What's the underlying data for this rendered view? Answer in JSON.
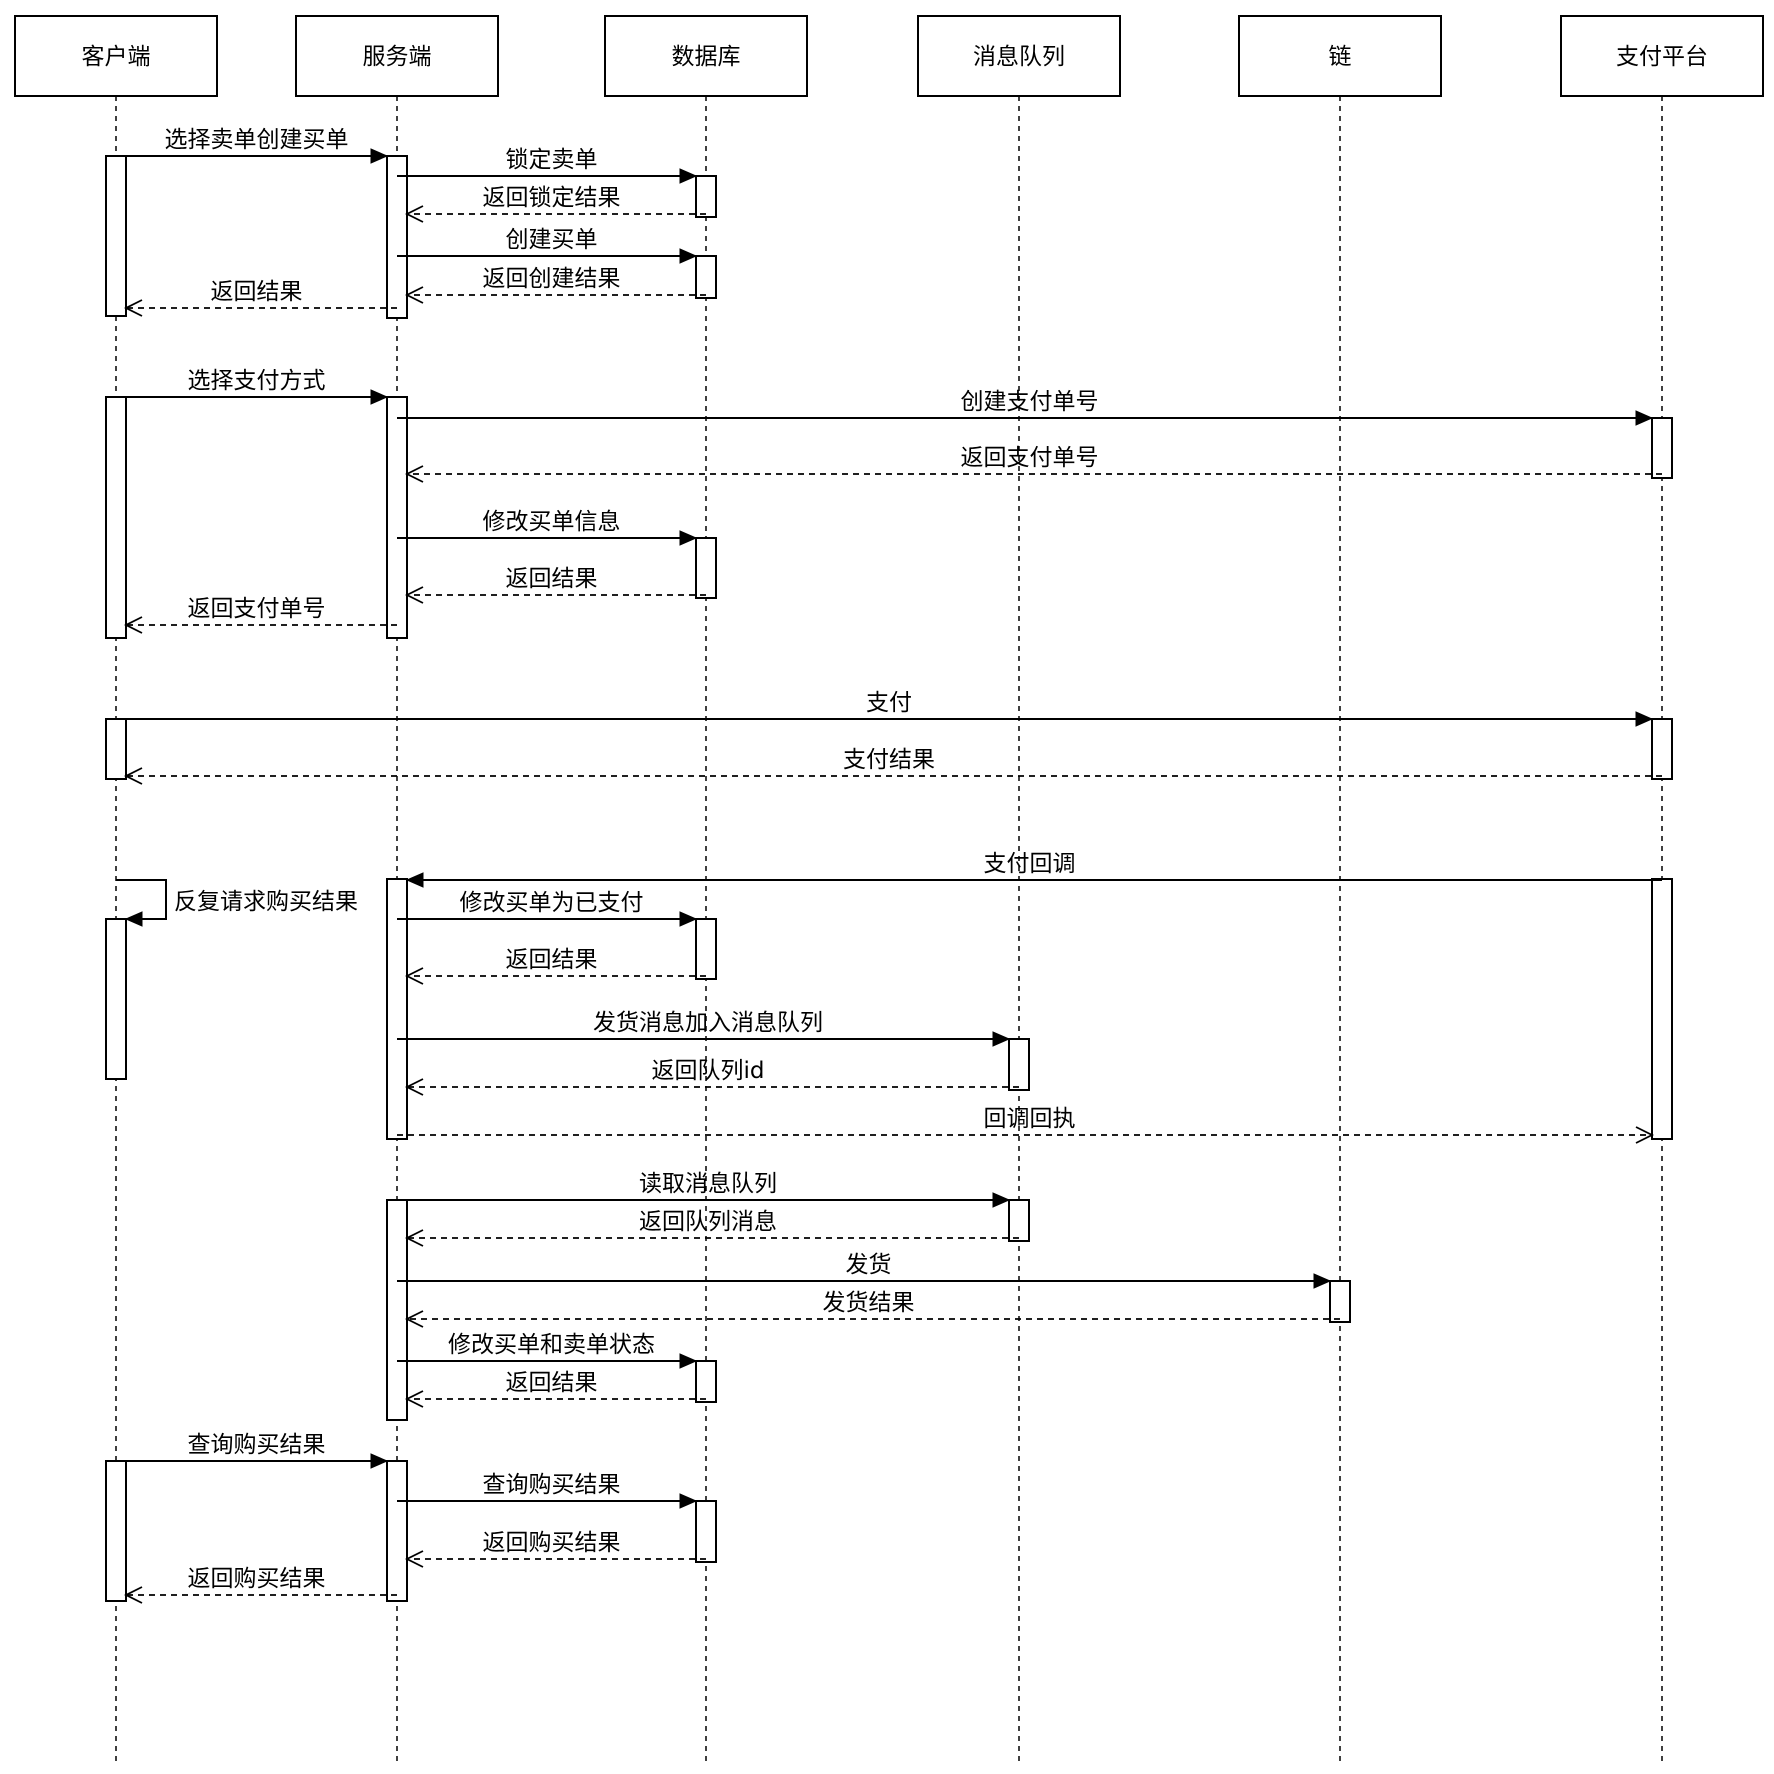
{
  "participants": [
    {
      "id": "client",
      "label": "客户端"
    },
    {
      "id": "server",
      "label": "服务端"
    },
    {
      "id": "db",
      "label": "数据库"
    },
    {
      "id": "mq",
      "label": "消息队列"
    },
    {
      "id": "chain",
      "label": "链"
    },
    {
      "id": "pay",
      "label": "支付平台"
    }
  ],
  "messages": [
    {
      "from": "client",
      "to": "server",
      "kind": "sync",
      "label": "选择卖单创建买单"
    },
    {
      "from": "server",
      "to": "db",
      "kind": "sync",
      "label": "锁定卖单"
    },
    {
      "from": "db",
      "to": "server",
      "kind": "return",
      "label": "返回锁定结果"
    },
    {
      "from": "server",
      "to": "db",
      "kind": "sync",
      "label": "创建买单"
    },
    {
      "from": "db",
      "to": "server",
      "kind": "return",
      "label": "返回创建结果"
    },
    {
      "from": "server",
      "to": "client",
      "kind": "return",
      "label": "返回结果"
    },
    {
      "from": "client",
      "to": "server",
      "kind": "sync",
      "label": "选择支付方式"
    },
    {
      "from": "server",
      "to": "pay",
      "kind": "sync",
      "label": "创建支付单号"
    },
    {
      "from": "pay",
      "to": "server",
      "kind": "return",
      "label": "返回支付单号"
    },
    {
      "from": "server",
      "to": "db",
      "kind": "sync",
      "label": "修改买单信息"
    },
    {
      "from": "db",
      "to": "server",
      "kind": "return",
      "label": "返回结果"
    },
    {
      "from": "server",
      "to": "client",
      "kind": "return",
      "label": "返回支付单号"
    },
    {
      "from": "client",
      "to": "pay",
      "kind": "sync",
      "label": "支付"
    },
    {
      "from": "pay",
      "to": "client",
      "kind": "return",
      "label": "支付结果"
    },
    {
      "from": "pay",
      "to": "server",
      "kind": "sync",
      "label": "支付回调"
    },
    {
      "from": "client",
      "to": "client",
      "kind": "self",
      "label": "反复请求购买结果"
    },
    {
      "from": "server",
      "to": "db",
      "kind": "sync",
      "label": "修改买单为已支付"
    },
    {
      "from": "db",
      "to": "server",
      "kind": "return",
      "label": "返回结果"
    },
    {
      "from": "server",
      "to": "mq",
      "kind": "sync",
      "label": "发货消息加入消息队列"
    },
    {
      "from": "mq",
      "to": "server",
      "kind": "return",
      "label": "返回队列id"
    },
    {
      "from": "server",
      "to": "pay",
      "kind": "return",
      "label": "回调回执"
    },
    {
      "from": "server",
      "to": "mq",
      "kind": "sync",
      "label": "读取消息队列"
    },
    {
      "from": "mq",
      "to": "server",
      "kind": "return",
      "label": "返回队列消息"
    },
    {
      "from": "server",
      "to": "chain",
      "kind": "sync",
      "label": "发货"
    },
    {
      "from": "chain",
      "to": "server",
      "kind": "return",
      "label": "发货结果"
    },
    {
      "from": "server",
      "to": "db",
      "kind": "sync",
      "label": "修改买单和卖单状态"
    },
    {
      "from": "db",
      "to": "server",
      "kind": "return",
      "label": "返回结果"
    },
    {
      "from": "client",
      "to": "server",
      "kind": "sync",
      "label": "查询购买结果"
    },
    {
      "from": "server",
      "to": "db",
      "kind": "sync",
      "label": "查询购买结果"
    },
    {
      "from": "db",
      "to": "server",
      "kind": "return",
      "label": "返回购买结果"
    },
    {
      "from": "server",
      "to": "client",
      "kind": "return",
      "label": "返回购买结果"
    }
  ]
}
